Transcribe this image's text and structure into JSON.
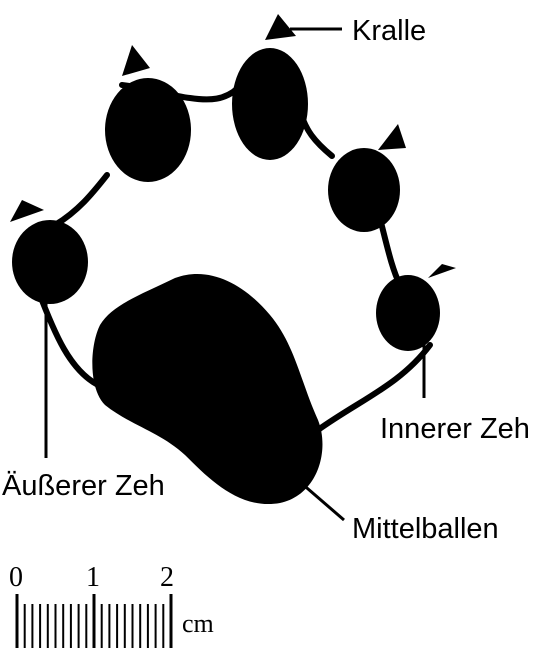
{
  "labels": {
    "claw": "Kralle",
    "inner_toe": "Innerer Zeh",
    "outer_toe": "Äußerer Zeh",
    "center_pad": "Mittelballen"
  },
  "scale": {
    "ticks": [
      "0",
      "1",
      "2"
    ],
    "unit": "cm"
  },
  "colors": {
    "ink": "#000000",
    "background": "#ffffff"
  }
}
